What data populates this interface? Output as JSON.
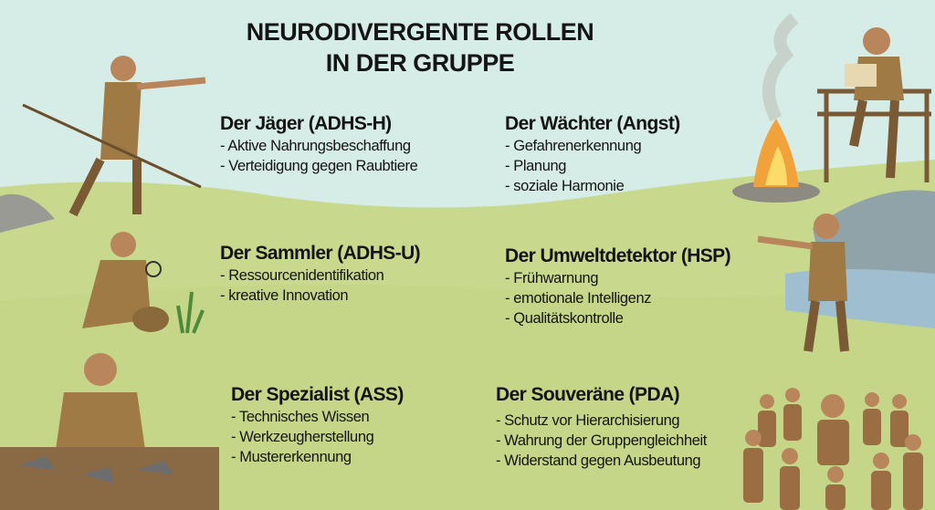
{
  "title": {
    "line1": "NEURODIVERGENTE ROLLEN",
    "line2": "IN DER GRUPPE"
  },
  "roles": [
    {
      "heading": "Der Jäger (ADHS-H)",
      "items": [
        "- Aktive Nahrungsbeschaffung",
        "- Verteidigung gegen Raubtiere"
      ]
    },
    {
      "heading": "Der Wächter (Angst)",
      "items": [
        "- Gefahrenerkennung",
        "- Planung",
        "- soziale Harmonie"
      ]
    },
    {
      "heading": "Der Sammler (ADHS-U)",
      "items": [
        "- Ressourcenidentifikation",
        "- kreative Innovation"
      ]
    },
    {
      "heading": "Der Umweltdetektor (HSP)",
      "items": [
        "- Frühwarnung",
        "- emotionale Intelligenz",
        "- Qualitätskontrolle"
      ]
    },
    {
      "heading": "Der Spezialist (ASS)",
      "items": [
        "- Technisches Wissen",
        "- Werkzeugherstellung",
        "- Mustererkennung"
      ]
    },
    {
      "heading": "Der Souveräne (PDA)",
      "items": [
        "- Schutz vor Hierarchisierung",
        "- Wahrung der Gruppengleichheit",
        "- Widerstand gegen Ausbeutung"
      ]
    }
  ],
  "colors": {
    "sky": "#d6ece6",
    "grass": "#c8d98e",
    "skin": "#b8865a",
    "hide": "#a07a45"
  }
}
